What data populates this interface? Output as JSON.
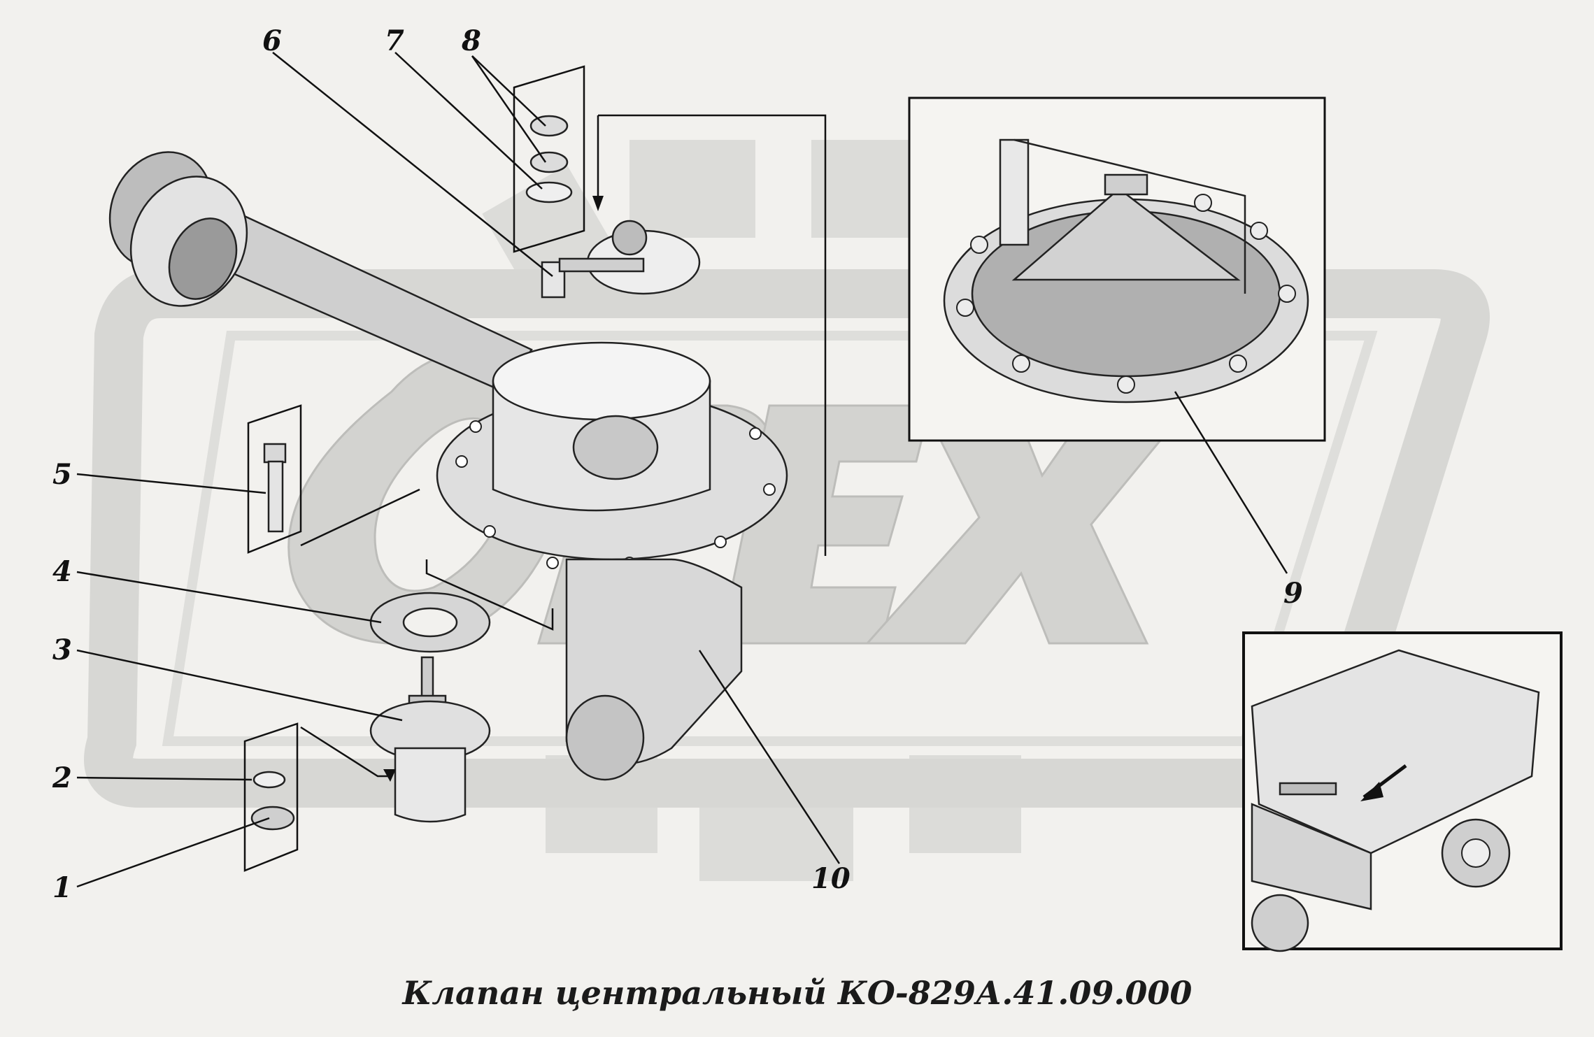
{
  "diagram": {
    "caption": "Клапан центральный КО-829А.41.09.000",
    "watermark": "OPEX",
    "callouts": [
      "1",
      "2",
      "3",
      "4",
      "5",
      "6",
      "7",
      "8",
      "9",
      "10"
    ]
  },
  "colors": {
    "background": "#f2f1ee",
    "watermark": "#d9d9d6",
    "ink": "#111111",
    "part_fill": "#dcdcdc"
  }
}
